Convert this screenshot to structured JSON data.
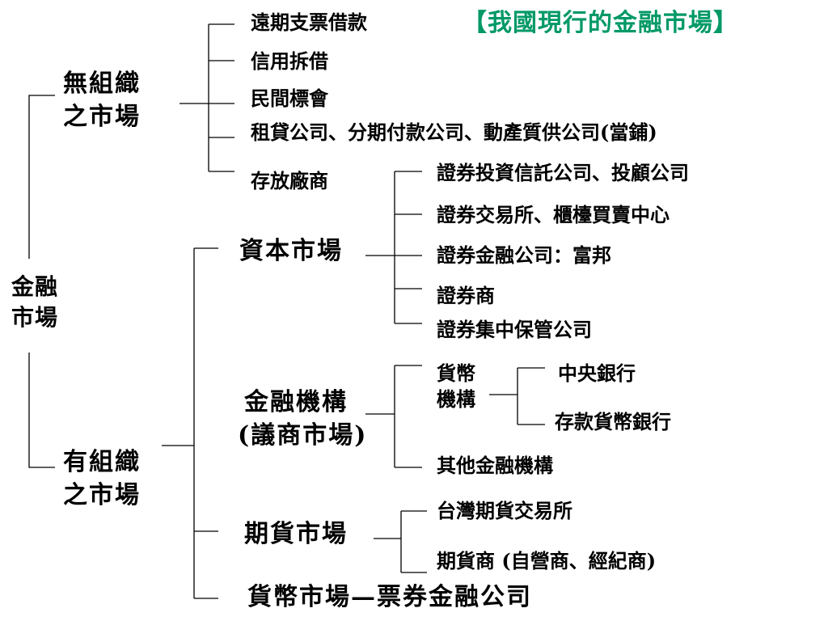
{
  "title": "【我國現行的金融市場】",
  "colors": {
    "title": "#009966",
    "text": "#000000",
    "line": "#000000",
    "background": "#ffffff"
  },
  "root": {
    "line1": "金融",
    "line2": "市場"
  },
  "unorganized": {
    "line1": "無組織",
    "line2": "之市場",
    "items": [
      "遠期支票借款",
      "信用拆借",
      "民間標會",
      "租貸公司、分期付款公司、動產質供公司(當鋪)",
      "存放廠商"
    ]
  },
  "organized": {
    "line1": "有組織",
    "line2": "之市場",
    "capital_market": {
      "label": "資本市場",
      "items": [
        "證券投資信託公司、投顧公司",
        "證券交易所、櫃檯買賣中心",
        "證券金融公司：富邦",
        "證券商",
        "證券集中保管公司"
      ]
    },
    "financial_institutions": {
      "line1": "金融機構",
      "line2": "(議商市場)",
      "monetary": {
        "line1": "貨幣",
        "line2": "機構",
        "items": [
          "中央銀行",
          "存款貨幣銀行"
        ]
      },
      "other": "其他金融機構"
    },
    "futures_market": {
      "label": "期貨市場",
      "items": [
        "台灣期貨交易所",
        "期貨商 (自營商、經紀商)"
      ]
    },
    "money_market": "貨幣市場—票券金融公司"
  }
}
